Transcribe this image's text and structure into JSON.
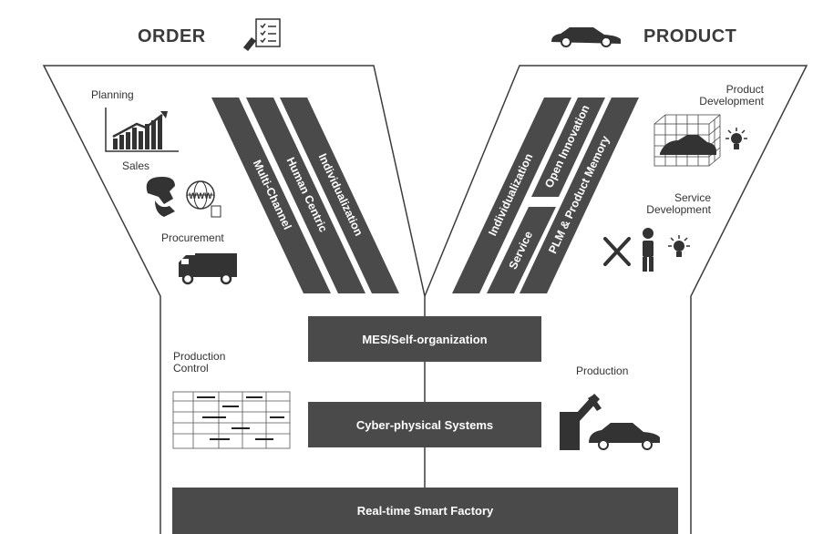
{
  "header": {
    "order": "ORDER",
    "product": "PRODUCT"
  },
  "left_funnel": {
    "planning": "Planning",
    "sales": "Sales",
    "procurement": "Procurement",
    "stripes": [
      "Multi-Channel",
      "Human Centric",
      "Individualization"
    ]
  },
  "right_funnel": {
    "product_development": [
      "Product",
      "Development"
    ],
    "service_development": [
      "Service",
      "Development"
    ],
    "stripes": [
      "Individualization",
      "Open Innovation",
      "Service",
      "PLM & Product Memory"
    ]
  },
  "center": {
    "production_control": [
      "Production",
      "Control"
    ],
    "production": "Production",
    "mes": "MES/Self-organization",
    "cps": "Cyber-physical Systems",
    "factory": "Real-time Smart Factory"
  },
  "icons": [
    "checklist-icon",
    "car-icon",
    "chart-icon",
    "globe-www-icon",
    "truck-icon",
    "3d-model-icon",
    "lightbulb-icon",
    "tools-icon",
    "worker-icon",
    "schedule-table-icon",
    "robot-arm-icon"
  ]
}
